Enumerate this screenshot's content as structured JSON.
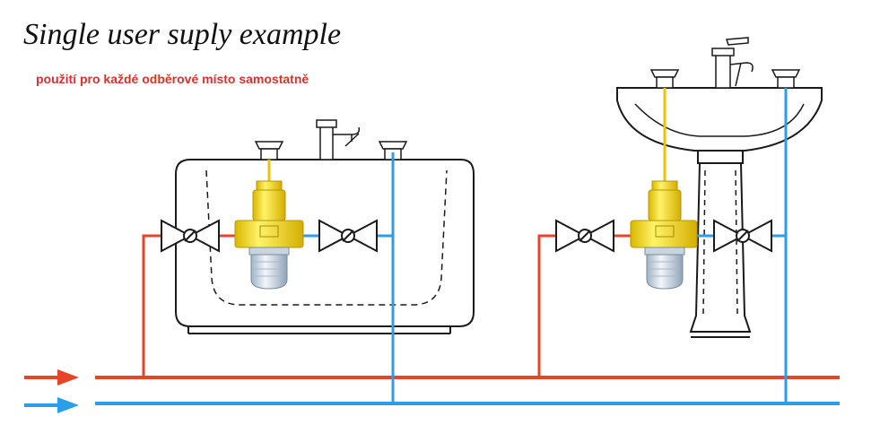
{
  "diagram": {
    "title": "Single user suply example",
    "subtitle": "použití pro každé odběrové místo samostatně",
    "colors": {
      "hot_pipe": "#e8442a",
      "cold_pipe": "#2a9ee8",
      "mixed_pipe": "#f2c200",
      "valve_body": "#f5e000",
      "outline": "#1a1a1a",
      "subtitle": "#d9312b"
    },
    "fixtures": [
      "bathtub",
      "washbasin"
    ],
    "flow_arrows": [
      "hot-inlet-arrow",
      "cold-inlet-arrow"
    ]
  }
}
